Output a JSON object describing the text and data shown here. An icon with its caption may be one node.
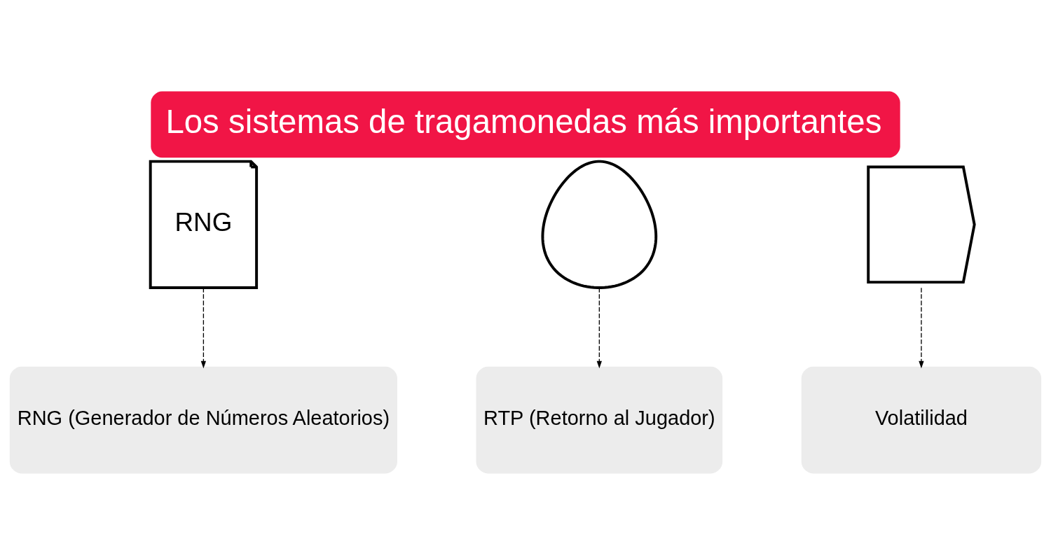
{
  "diagram": {
    "title": "Los sistemas de tragamonedas más importantes",
    "nodes": [
      {
        "text": [
          "RNG"
        ]
      },
      {
        "text": [],
        "shape": "bag"
      },
      {
        "text": [],
        "shape": "chart"
      },
      {
        "text": [
          "RNG (Generador de Números Aleatorios)"
        ]
      },
      {
        "text": [
          "RTP (Retorno al Jugador)"
        ]
      },
      {
        "text": [
          "Volatilidad"
        ]
      }
    ],
    "edges": [
      {
        "from": 0,
        "to": 3,
        "arrow": "to",
        "style": "dashed"
      },
      {
        "from": 1,
        "to": 4,
        "arrow": "to",
        "style": "dashed"
      },
      {
        "from": 2,
        "to": 5,
        "arrow": "to",
        "style": "dashed"
      }
    ]
  }
}
